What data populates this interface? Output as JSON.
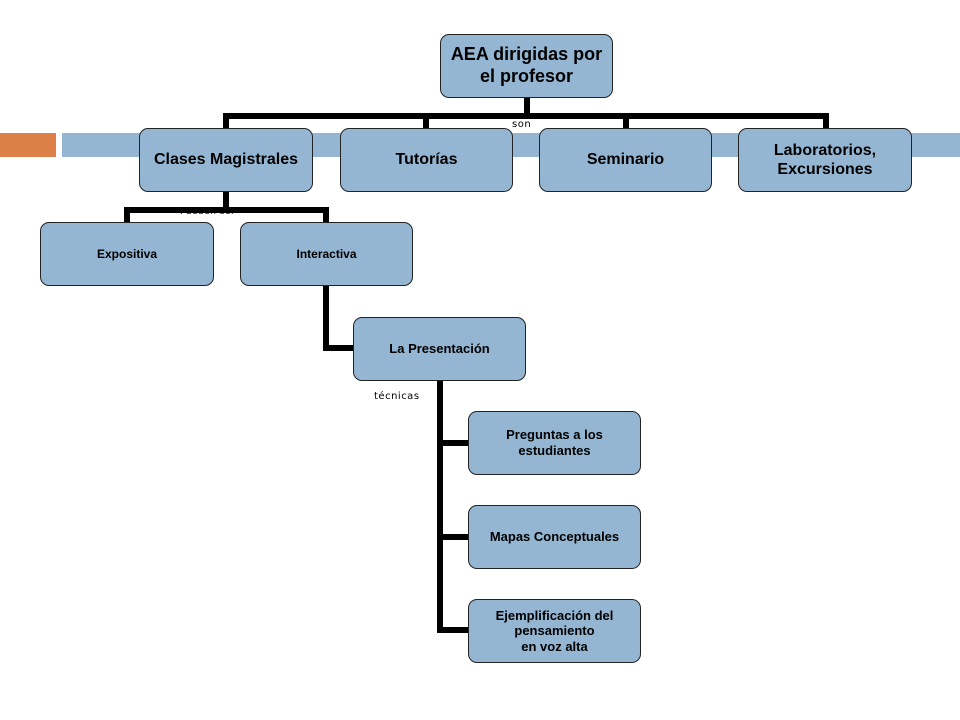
{
  "colors": {
    "accent_orange": "#dd8047",
    "accent_blue": "#94b6d2",
    "node_fill": "#94b6d2",
    "line": "#000000"
  },
  "root": {
    "text": "AEA dirigidas por\nel profesor"
  },
  "connector_labels": {
    "son": "son",
    "pueden_ser": "Pueden ser",
    "tecnicas": "técnicas"
  },
  "level1": [
    {
      "text": "Clases Magistrales"
    },
    {
      "text": "Tutorías"
    },
    {
      "text": "Seminario"
    },
    {
      "text": "Laboratorios,\nExcursiones"
    }
  ],
  "clases_types": [
    {
      "text": "Expositiva"
    },
    {
      "text": "Interactiva"
    }
  ],
  "presentacion": {
    "text": "La Presentación"
  },
  "tecnicas": [
    {
      "text": "Preguntas a los\nestudiantes"
    },
    {
      "text": "Mapas Conceptuales"
    },
    {
      "text": "Ejemplificación del\npensamiento\nen voz alta"
    }
  ]
}
